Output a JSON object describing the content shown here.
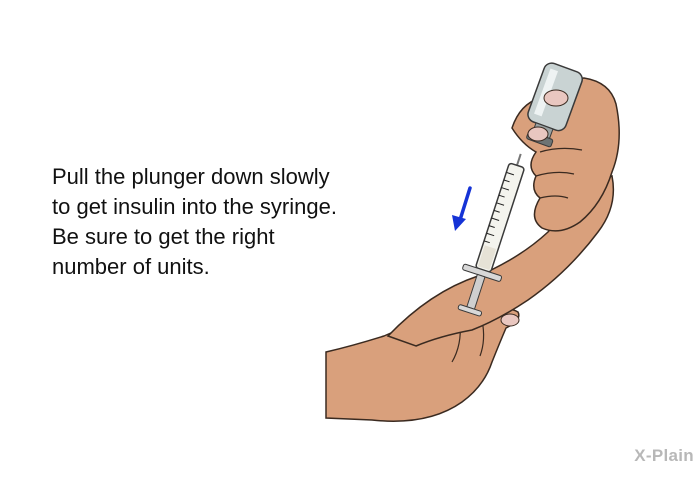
{
  "instruction": {
    "text": "Pull the plunger down slowly to get insulin into the syringe. Be sure to get the right number of units."
  },
  "illustration": {
    "subject": "hands holding an insulin vial and syringe, pulling the plunger down",
    "arrow_direction": "down",
    "colors": {
      "skin": "#d9a07c",
      "skin_shadow": "#b97d5d",
      "nail": "#e9c7c0",
      "arrow": "#1533d6",
      "vial_glass": "#c9d3d3",
      "syringe_barrel": "#f4f4ee"
    }
  },
  "logo": {
    "text": "X-Plain"
  }
}
